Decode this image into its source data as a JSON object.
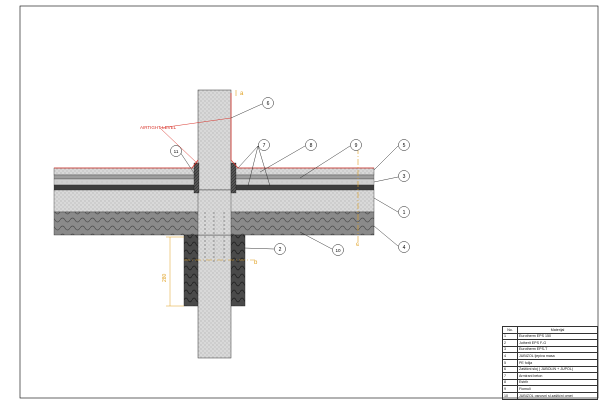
{
  "annotation": {
    "airtight_level": "AIRTIGHT LEVEL"
  },
  "axis_marks": {
    "a": "a",
    "b": "b",
    "c": "c"
  },
  "dimension": {
    "height": "280"
  },
  "callouts": [
    "1",
    "2",
    "3",
    "4",
    "5",
    "6",
    "7",
    "8",
    "9",
    "10",
    "11"
  ],
  "legend": {
    "headers": [
      "No.",
      "Materijal"
    ],
    "rows": [
      [
        "1",
        "Eurotherm EPS 150"
      ],
      [
        "2",
        "Jutherit EPS F-G"
      ],
      [
        "3",
        "Eurotherm EPS-T"
      ],
      [
        "4",
        "JUBIZOL ljepiva masa"
      ],
      [
        "5",
        "PE folija"
      ],
      [
        "6",
        "Zaštićni sloj  ( JUBOLIN + JUPOL)"
      ],
      [
        "7",
        "Armirani beton"
      ],
      [
        "8",
        "Estrih"
      ],
      [
        "9",
        "Fiomuli"
      ],
      [
        "10",
        "JUBIZOL osnovni sl.zaštićni omet"
      ]
    ]
  },
  "colors": {
    "airtight": "#d9342b",
    "axis": "#e0a020",
    "insulation": "#8c8c8c",
    "concrete": "#d7d7d7",
    "dark": "#3a3a3a"
  }
}
